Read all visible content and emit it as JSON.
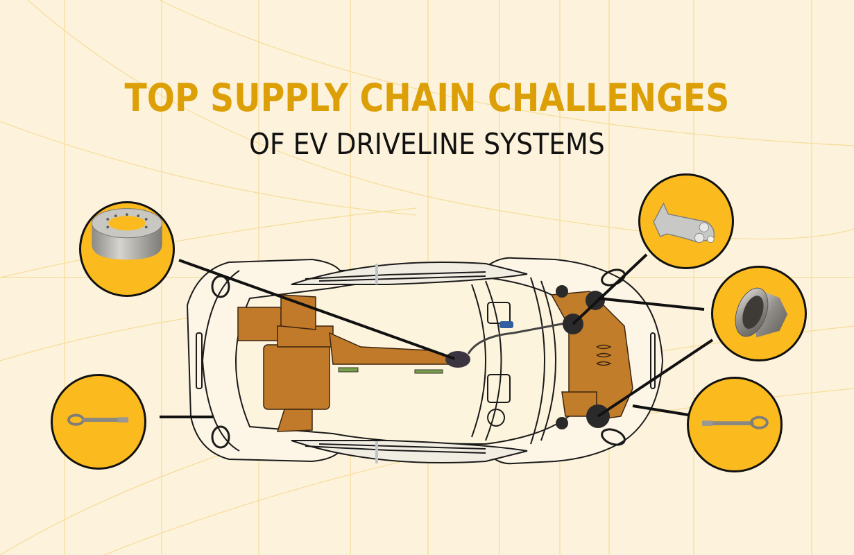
{
  "header": {
    "title": "TOP SUPPLY CHAIN CHALLENGES",
    "subtitle": "OF EV DRIVELINE SYSTEMS"
  },
  "colors": {
    "background": "#fdf3dc",
    "title": "#dc9f06",
    "subtitle": "#111111",
    "callout_fill": "#fbbb1f",
    "callout_border": "#111111",
    "component_brown": "#c07a2a",
    "grid_line": "#f6d98a"
  },
  "diagram": {
    "subject": "top-view-car-driveline-illustration",
    "callouts": [
      {
        "id": "bearing-ring",
        "icon": "bearing-ring-icon",
        "position": "top-left"
      },
      {
        "id": "tow-eye-left",
        "icon": "tow-hook-icon",
        "position": "bottom-left"
      },
      {
        "id": "mount-bracket",
        "icon": "bracket-icon",
        "position": "top-right"
      },
      {
        "id": "flange-fitting",
        "icon": "flange-fitting-icon",
        "position": "middle-right"
      },
      {
        "id": "tow-eye-right",
        "icon": "tow-hook-icon",
        "position": "bottom-right"
      }
    ]
  }
}
